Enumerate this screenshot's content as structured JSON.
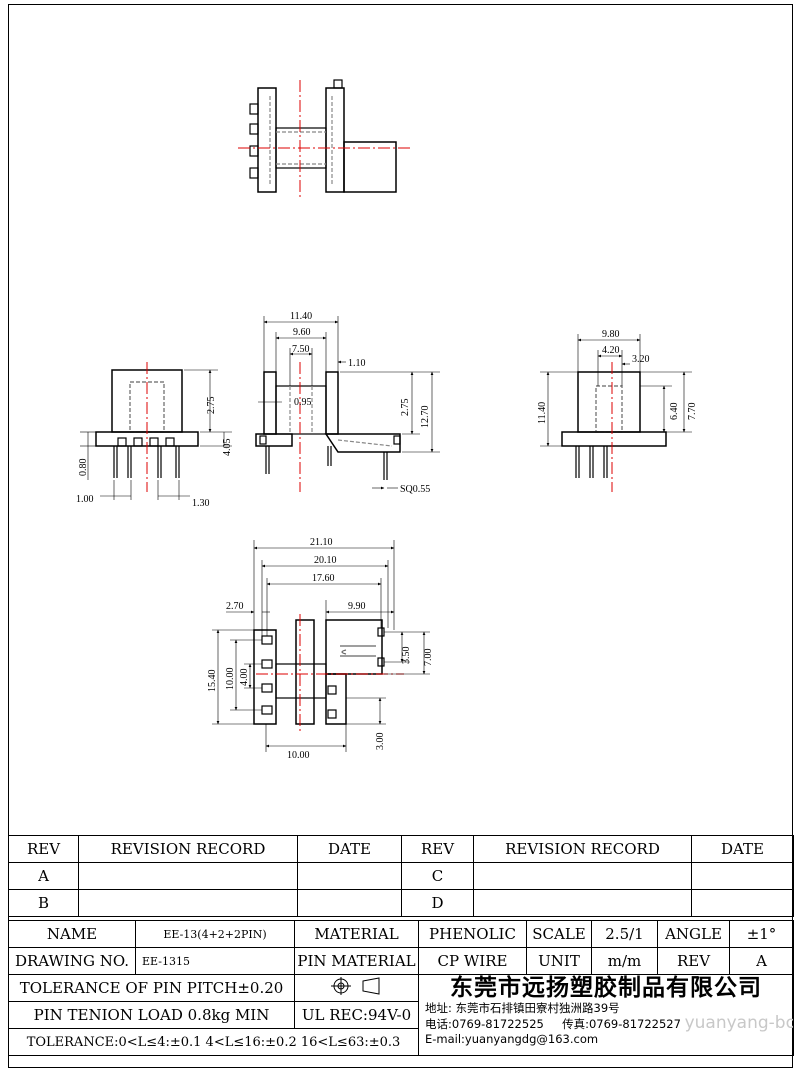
{
  "dims": {
    "side_width": "11.40",
    "side_inner": "9.60",
    "side_core": "7.50",
    "side_flange": "1.10",
    "side_gap": "0.95",
    "side_h1": "2.75",
    "side_total_h": "12.70",
    "side_pin_sq": "SQ0.55",
    "front_h1": "2.75",
    "front_h2": "4.05",
    "front_pin_len": "0.80",
    "front_pin_a": "1.00",
    "front_pin_b": "1.30",
    "right_w": "9.80",
    "right_core": "4.20",
    "right_gap": "3.20",
    "right_h": "11.40",
    "right_h1": "6.40",
    "right_h2": "7.70",
    "bottom_w1": "21.10",
    "bottom_w2": "20.10",
    "bottom_w3": "17.60",
    "bottom_w4": "9.90",
    "bottom_w5": "2.70",
    "bottom_h1": "15.40",
    "bottom_h2": "10.00",
    "bottom_h3": "4.00",
    "bottom_h4": "3.50",
    "bottom_h5": "7.00",
    "bottom_w6": "10.00",
    "bottom_h6": "3.00"
  },
  "revision": {
    "header": [
      "REV",
      "REVISION RECORD",
      "DATE",
      "REV",
      "REVISION RECORD",
      "DATE"
    ],
    "rows": [
      [
        "A",
        "",
        "",
        "C",
        "",
        ""
      ],
      [
        "B",
        "",
        "",
        "D",
        "",
        ""
      ]
    ]
  },
  "info": {
    "name_label": "NAME",
    "name_value": "EE-13(4+2+2PIN)",
    "material_label": "MATERIAL",
    "material_value": "PHENOLIC",
    "scale_label": "SCALE",
    "scale_value": "2.5/1",
    "angle_label": "ANGLE",
    "angle_value": "±1°",
    "drawing_label": "DRAWING NO.",
    "drawing_value": "EE-1315",
    "pin_material_label": "PIN MATERIAL",
    "pin_material_value": "CP WIRE",
    "unit_label": "UNIT",
    "unit_value": "m/m",
    "rev_label": "REV",
    "rev_value": "A",
    "tolerance_pitch": "TOLERANCE OF PIN PITCH±0.20",
    "pin_tension": "PIN TENION LOAD 0.8kg MIN",
    "ul": "UL REC:94V-0",
    "tolerance_ranges": "TOLERANCE:0<L≤4:±0.1  4<L≤16:±0.2  16<L≤63:±0.3",
    "company": "东莞市远扬塑胶制品有限公司",
    "address": "地址: 东莞市石排镇田寮村独洲路39号",
    "phone": "电话:0769-81722525",
    "fax": "传真:0769-81722527",
    "email": "E-mail:yuanyangdg@163.com",
    "watermark": "yuanyang-bobbin.com"
  }
}
